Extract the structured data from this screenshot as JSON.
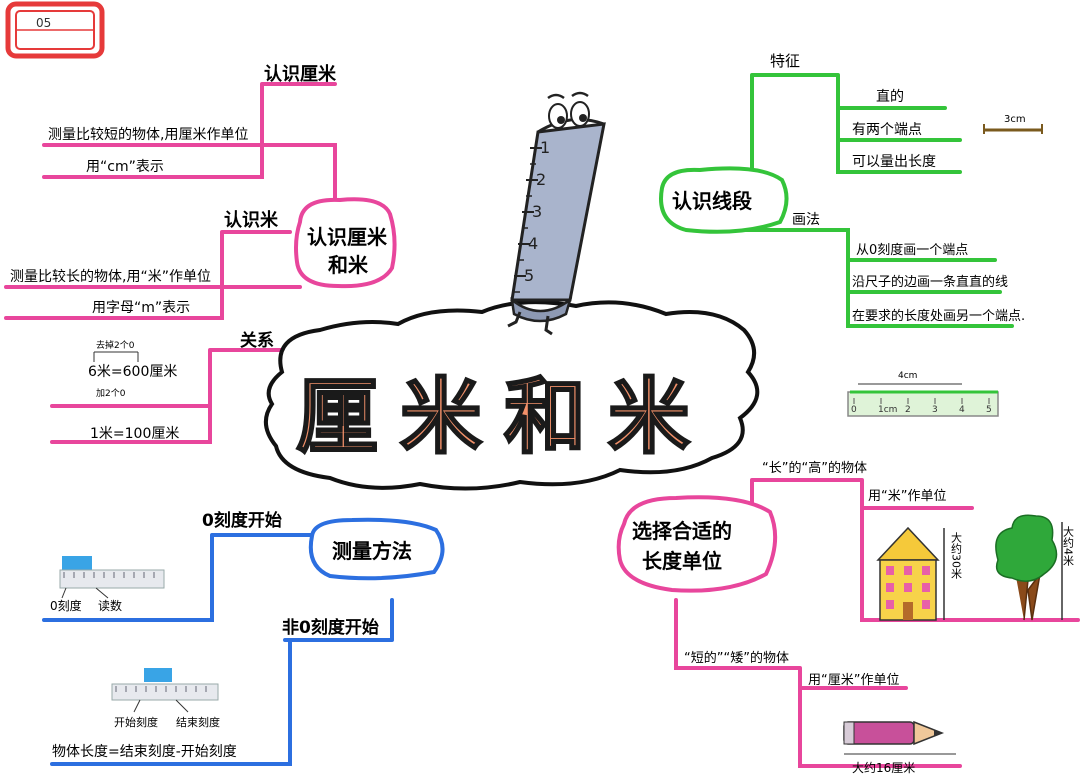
{
  "page_no": "05",
  "center_title": "厘米和米",
  "colors": {
    "pink": "#e8469c",
    "green": "#34c43a",
    "blue": "#2c6fe0",
    "title_fill": "#f3916a",
    "ruler_fill": "#a9b4cc"
  },
  "ruler": {
    "ticks": [
      "1",
      "2",
      "3",
      "4",
      "5"
    ]
  },
  "branch_cm_m": {
    "label": "认识厘米和米",
    "label_line1": "认识厘米",
    "label_line2": "和米",
    "sub_cm": {
      "title": "认识厘米",
      "items": [
        "测量比较短的物体,用厘米作单位",
        "用“cm”表示"
      ]
    },
    "sub_m": {
      "title": "认识米",
      "items": [
        "测量比较长的物体,用“米”作单位",
        "用字母“m”表示"
      ]
    },
    "sub_rel": {
      "title": "关系",
      "items": [
        "6米=600厘米",
        "1米=100厘米"
      ],
      "notes": [
        "去掉2个0",
        "加2个0"
      ]
    }
  },
  "branch_segment": {
    "label": "认识线段",
    "sub_feature": {
      "title": "特征",
      "items": [
        "直的",
        "有两个端点",
        "可以量出长度"
      ],
      "example": "3cm"
    },
    "sub_draw": {
      "title": "画法",
      "items": [
        "从0刻度画一个端点",
        "沿尺子的边画一条直直的线",
        "在要求的长度处画另一个端点."
      ],
      "ruler_label": "4cm",
      "ruler_ticks": [
        "0",
        "1cm",
        "2",
        "3",
        "4",
        "5"
      ]
    }
  },
  "branch_measure": {
    "label": "测量方法",
    "sub_zero": {
      "title": "0刻度开始",
      "captions": [
        "0刻度",
        "读数"
      ]
    },
    "sub_nonzero": {
      "title": "非0刻度开始",
      "captions": [
        "开始刻度",
        "结束刻度"
      ],
      "formula": "物体长度=结束刻度-开始刻度"
    }
  },
  "branch_unit": {
    "label": "选择合适的长度单位",
    "label_line1": "选择合适的",
    "label_line2": "长度单位",
    "sub_long": {
      "title": "“长”的“高”的物体",
      "item": "用“米”作单位",
      "building_label": "大约30米",
      "tree_label": "大约4米"
    },
    "sub_short": {
      "title": "“短的”“矮”的物体",
      "item": "用“厘米”作单位",
      "pencil_label": "大约16厘米"
    }
  }
}
